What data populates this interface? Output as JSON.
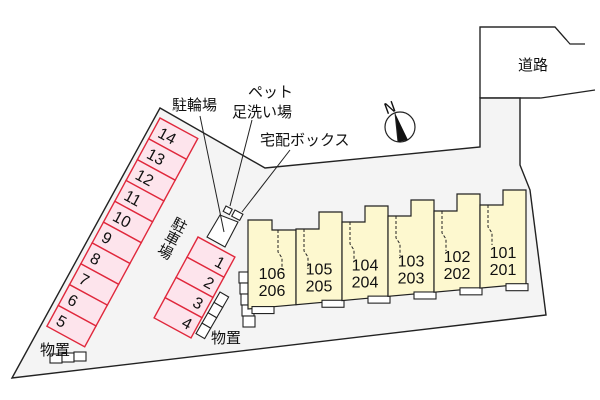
{
  "labels": {
    "road": "道路",
    "bicycle_parking": "駐輪場",
    "pet_wash_line1": "ペット",
    "pet_wash_line2": "足洗い場",
    "delivery_box": "宅配ボックス",
    "parking": "駐車場",
    "storage_left": "物置",
    "storage_center": "物置",
    "compass_north": "N"
  },
  "parking_left": [
    "14",
    "13",
    "12",
    "11",
    "10",
    "9",
    "8",
    "7",
    "6",
    "5"
  ],
  "parking_right": [
    "1",
    "2",
    "3",
    "4"
  ],
  "units": [
    {
      "lower": "106",
      "upper": "206"
    },
    {
      "lower": "105",
      "upper": "205"
    },
    {
      "lower": "104",
      "upper": "204"
    },
    {
      "lower": "103",
      "upper": "203"
    },
    {
      "lower": "102",
      "upper": "202"
    },
    {
      "lower": "101",
      "upper": "201"
    }
  ],
  "colors": {
    "lot": "#f4f4f4",
    "stall_fill": "#fde4ec",
    "stall_stroke": "#e0283c",
    "building": "#fdf8cf"
  }
}
